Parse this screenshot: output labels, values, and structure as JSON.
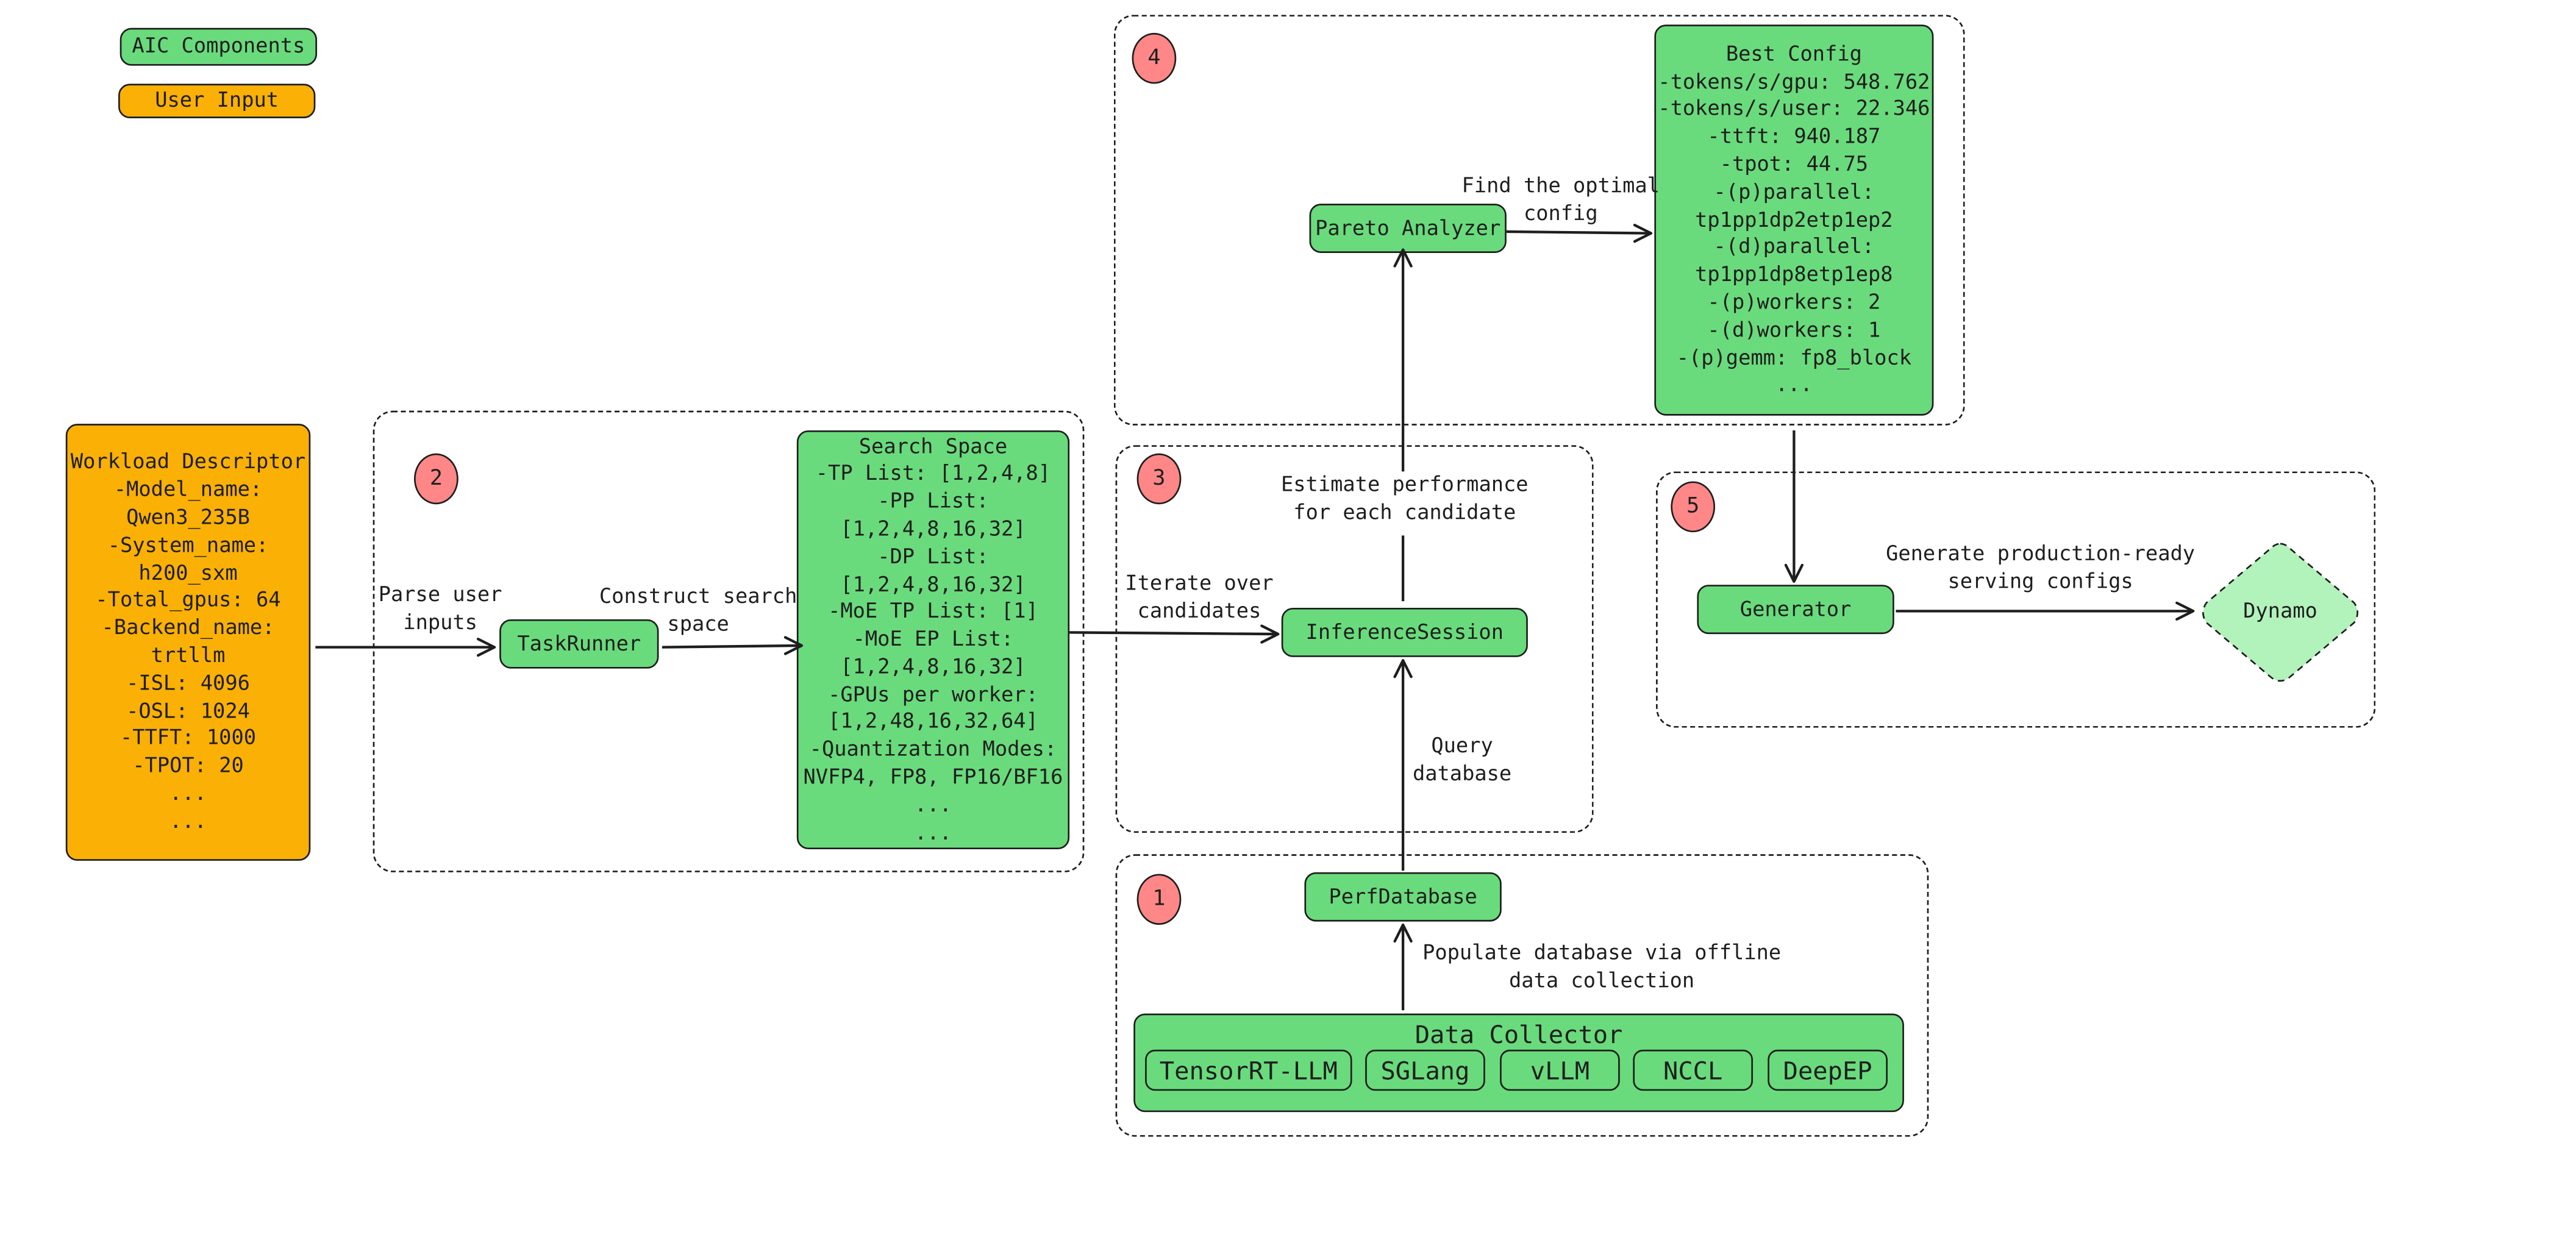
{
  "legend": {
    "aic_components": "AIC Components",
    "user_input": "User Input"
  },
  "workload_descriptor": {
    "lines": [
      "Workload Descriptor",
      "-Model_name:",
      "Qwen3_235B",
      "-System_name:",
      "h200_sxm",
      "-Total_gpus: 64",
      "-Backend_name:",
      "trtllm",
      "-ISL: 4096",
      "-OSL: 1024",
      "-TTFT: 1000",
      "-TPOT: 20",
      "...",
      "..."
    ]
  },
  "arrow_labels": {
    "parse_user_inputs": [
      "Parse user",
      "inputs"
    ],
    "construct_search_space": [
      "Construct search",
      "space"
    ],
    "iterate_over_candidates": [
      "Iterate over",
      "candidates"
    ],
    "estimate_performance": [
      "Estimate performance",
      "for each candidate"
    ],
    "query_database": [
      "Query",
      "database"
    ],
    "populate_database": [
      "Populate database via offline",
      "data collection"
    ],
    "find_optimal_config": [
      "Find the optimal",
      "config"
    ],
    "generate_serving_configs": [
      "Generate production-ready",
      "serving configs"
    ]
  },
  "nodes": {
    "task_runner": "TaskRunner",
    "inference_session": "InferenceSession",
    "pareto_analyzer": "Pareto Analyzer",
    "perf_database": "PerfDatabase",
    "generator": "Generator",
    "dynamo": "Dynamo"
  },
  "search_space": {
    "lines": [
      "Search Space",
      "-TP List: [1,2,4,8]",
      "-PP List:",
      "[1,2,4,8,16,32]",
      "-DP List:",
      "[1,2,4,8,16,32]",
      "-MoE TP List: [1]",
      "-MoE EP List:",
      "[1,2,4,8,16,32]",
      "-GPUs per worker:",
      "[1,2,48,16,32,64]",
      "-Quantization Modes:",
      "NVFP4, FP8, FP16/BF16",
      "...",
      "..."
    ]
  },
  "best_config": {
    "lines": [
      "Best Config",
      "-tokens/s/gpu: 548.762",
      "-tokens/s/user: 22.346",
      "-ttft: 940.187",
      "-tpot: 44.75",
      "-(p)parallel:",
      "tp1pp1dp2etp1ep2",
      "-(d)parallel:",
      "tp1pp1dp8etp1ep8",
      "-(p)workers: 2",
      "-(d)workers: 1",
      "-(p)gemm: fp8_block",
      "..."
    ]
  },
  "data_collector": {
    "title": "Data Collector",
    "items": [
      "TensorRT-LLM",
      "SGLang",
      "vLLM",
      "NCCL",
      "DeepEP"
    ]
  },
  "badges": [
    "1",
    "2",
    "3",
    "4",
    "5"
  ],
  "colors": {
    "aic_green": "#69db7c",
    "user_input_orange": "#fab005",
    "dynamo_green": "#b2f2bb",
    "badge_red": "#ff8787"
  }
}
